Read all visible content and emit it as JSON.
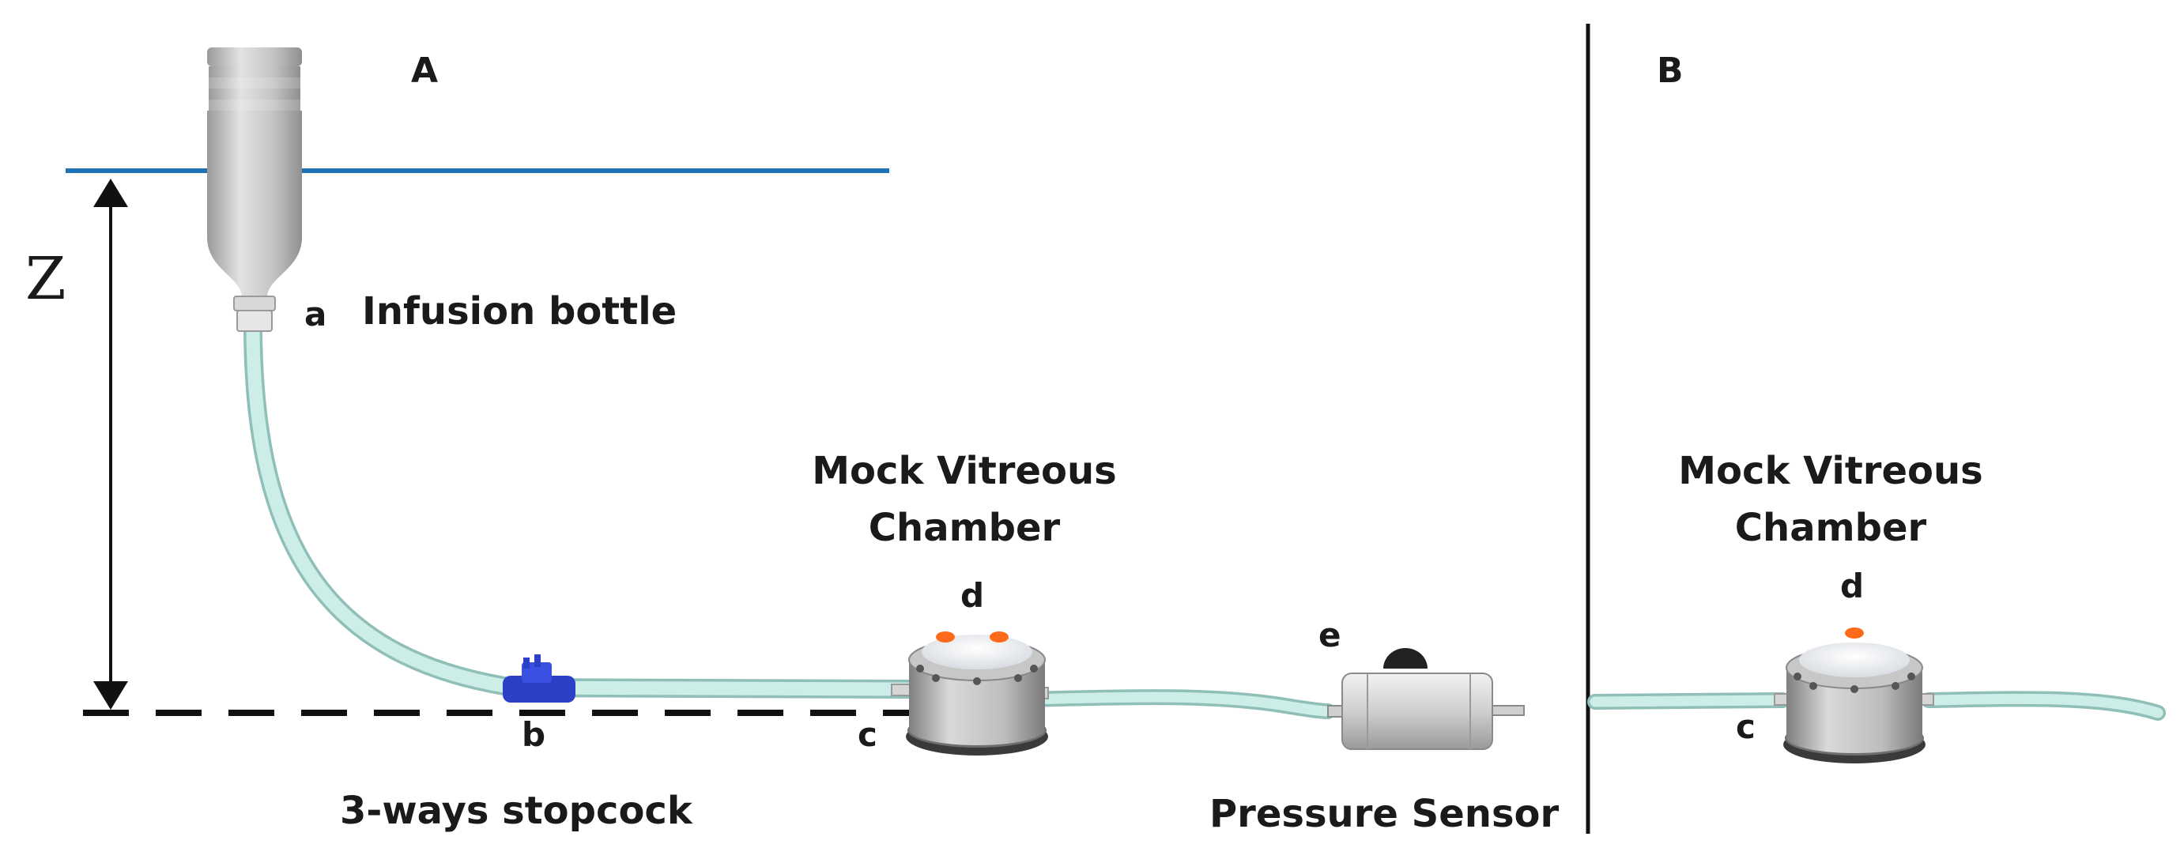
{
  "panels": {
    "a": "A",
    "b": "B"
  },
  "z_label": "Z",
  "labels": {
    "infusion_bottle": "Infusion bottle",
    "stopcock": "3-ways stopcock",
    "chamber_a_line1": "Mock Vitreous",
    "chamber_a_line2": "Chamber",
    "chamber_b_line1": "Mock Vitreous",
    "chamber_b_line2": "Chamber",
    "pressure_sensor": "Pressure Sensor"
  },
  "points": {
    "a": "a",
    "b": "b",
    "c_a": "c",
    "d_a": "d",
    "e": "e",
    "c_b": "c",
    "d_b": "d"
  },
  "colors": {
    "tube": "#cdeee8",
    "tube_edge": "#8fbfb6",
    "water_level": "#1f73b7",
    "stopcock": "#2c3fc7",
    "port": "#ff6a1a"
  }
}
